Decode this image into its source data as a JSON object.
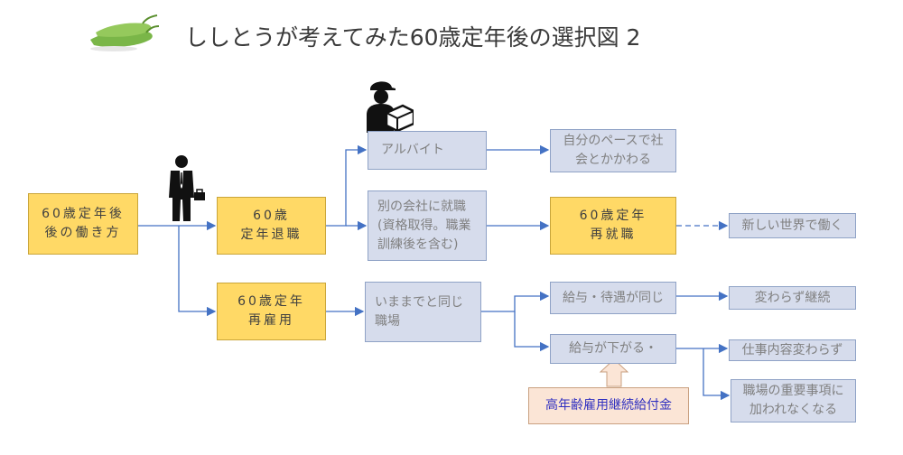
{
  "title": "ししとうが考えてみた60歳定年後の選択図 2",
  "colors": {
    "yellow_box": "#ffd966",
    "blue_box": "#d6dcec",
    "pink_box": "#fbe5d6",
    "connector": "#4472c4"
  },
  "icons": {
    "pepper": "green-pepper-icon",
    "worker": "delivery-worker-icon",
    "businessman": "businessman-icon"
  },
  "nodes": {
    "start": "60歳定年後\n後の働き方",
    "retire": "60歳\n定年退職",
    "reemploy": "60歳定年\n再雇用",
    "arbeit": "アルバイト",
    "new_company": "別の会社に就職\n(資格取得。職業\n訓練後を含む)",
    "same_job": "いままでと同じ\n職場",
    "self_pace": "自分のペースで社\n会とかかわる",
    "reemployed": "60歳定年\n再就職",
    "new_world": "新しい世界で働く",
    "same_pay": "給与・待遇が同じ",
    "pay_down": "給与が下がる・",
    "no_change": "変わらず継続",
    "same_content": "仕事内容変わらず",
    "not_included": "職場の重要事項に\n加われなくなる",
    "benefit": "高年齢雇用継続給付金"
  }
}
